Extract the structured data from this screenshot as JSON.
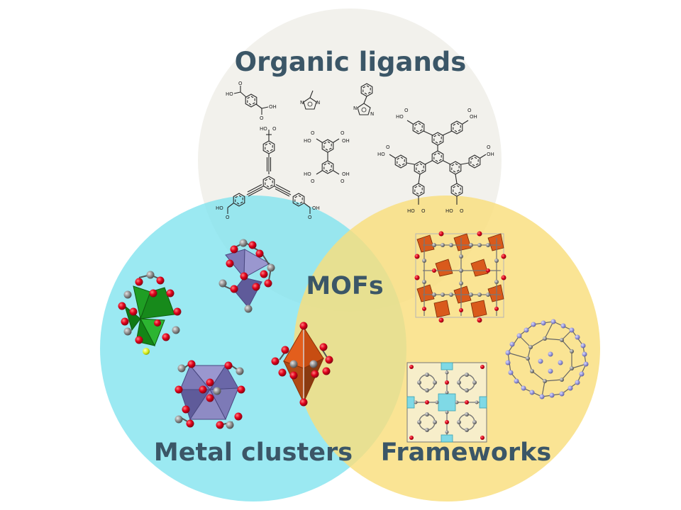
{
  "labels": {
    "organic": "Organic ligands",
    "metal": "Metal clusters",
    "frameworks": "Frameworks",
    "center": "MOFs"
  },
  "chem": {
    "hooh_left": "HO",
    "oh_right": "OH",
    "o": "O",
    "n": "N"
  },
  "colors": {
    "organic_circle": "#f2f1ec",
    "metal_circle": "#7fe3ee",
    "framework_circle": "#f9de7c",
    "label_text": "#3b5667",
    "oxygen_atom": "#e0001b",
    "carbon_atom": "#8c8c8c",
    "polyhedron_violet": "#7d7ab7",
    "polyhedron_green": "#1f9e24",
    "polyhedron_orange": "#d95a1c",
    "framework_blue_atom": "#9595d8",
    "framework_cyan": "#7fd9e6"
  }
}
